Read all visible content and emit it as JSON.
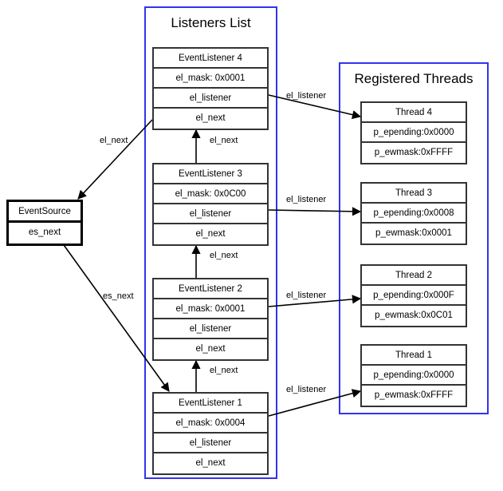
{
  "diagram": {
    "groups": [
      {
        "id": "listeners-list",
        "title": "Listeners List"
      },
      {
        "id": "registered-threads",
        "title": "Registered Threads"
      }
    ],
    "event_source": {
      "title": "EventSource",
      "fields": [
        "es_next"
      ]
    },
    "listeners": [
      {
        "id": "event-listener-4",
        "title": "EventListener 4",
        "fields": [
          "el_mask: 0x0001",
          "el_listener",
          "el_next"
        ]
      },
      {
        "id": "event-listener-3",
        "title": "EventListener 3",
        "fields": [
          "el_mask: 0x0C00",
          "el_listener",
          "el_next"
        ]
      },
      {
        "id": "event-listener-2",
        "title": "EventListener 2",
        "fields": [
          "el_mask: 0x0001",
          "el_listener",
          "el_next"
        ]
      },
      {
        "id": "event-listener-1",
        "title": "EventListener 1",
        "fields": [
          "el_mask: 0x0004",
          "el_listener",
          "el_next"
        ]
      }
    ],
    "threads": [
      {
        "id": "thread-4",
        "title": "Thread 4",
        "fields": [
          "p_epending:0x0000",
          "p_ewmask:0xFFFF"
        ]
      },
      {
        "id": "thread-3",
        "title": "Thread 3",
        "fields": [
          "p_epending:0x0008",
          "p_ewmask:0x0001"
        ]
      },
      {
        "id": "thread-2",
        "title": "Thread 2",
        "fields": [
          "p_epending:0x000F",
          "p_ewmask:0x0C01"
        ]
      },
      {
        "id": "thread-1",
        "title": "Thread 1",
        "fields": [
          "p_epending:0x0000",
          "p_ewmask:0xFFFF"
        ]
      }
    ],
    "edge_labels": {
      "src_to_l4": "el_next",
      "src_to_l1": "es_next",
      "l3_to_l4": "el_next",
      "l2_to_l3": "el_next",
      "l1_to_l2": "el_next",
      "l4_to_t4": "el_listener",
      "l3_to_t3": "el_listener",
      "l2_to_t2": "el_listener",
      "l1_to_t1": "el_listener"
    },
    "colors": {
      "group_border": "#3333ee",
      "box_border": "#333333",
      "emphasis_border": "#000000",
      "edge_stroke": "#000000",
      "background": "#ffffff"
    }
  }
}
